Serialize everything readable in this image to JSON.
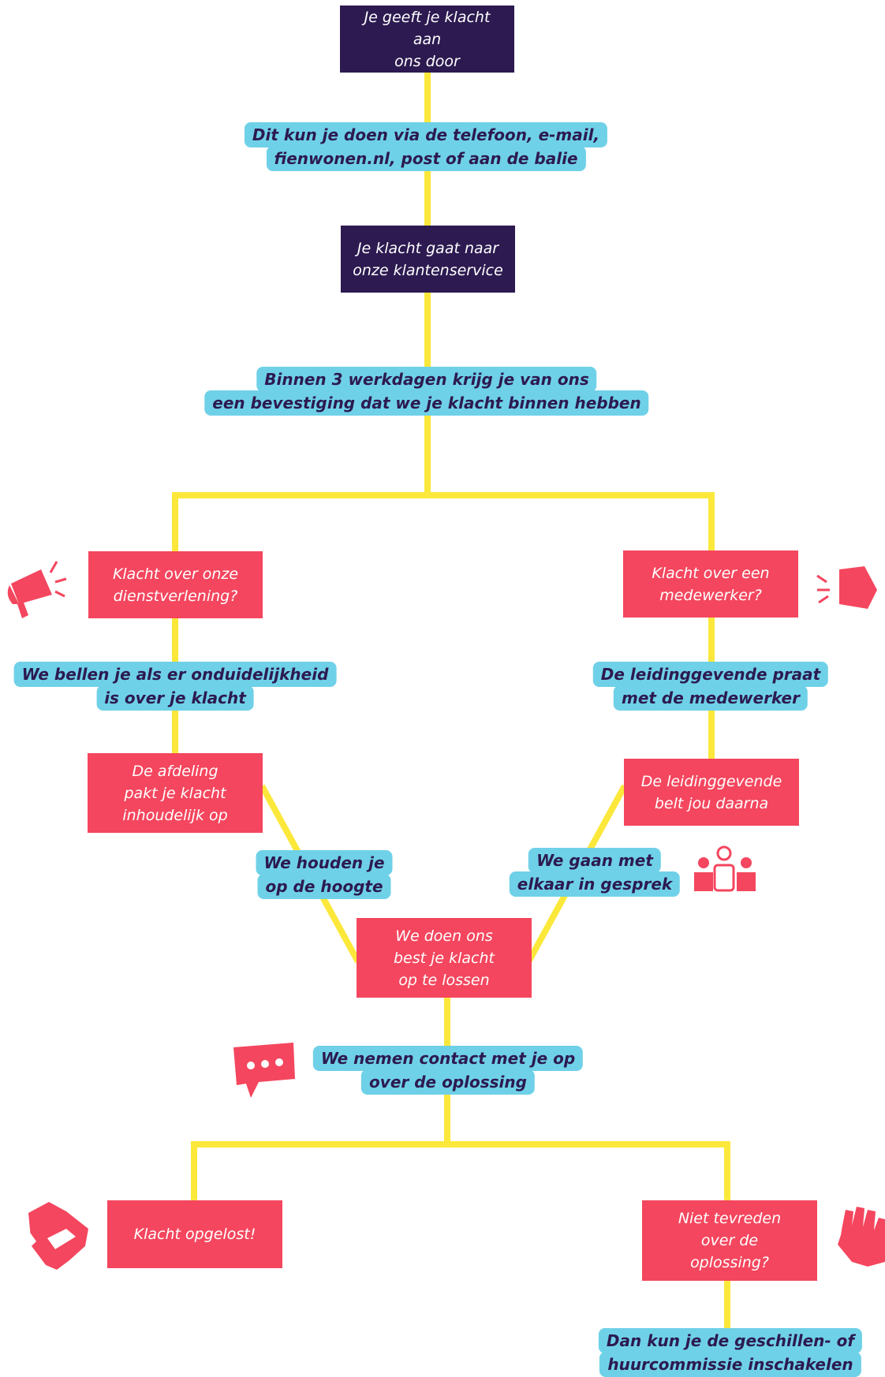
{
  "colors": {
    "dark_box": "#2c1a50",
    "red_box": "#f4465e",
    "pill": "#6fd1e8",
    "connector": "#fbe83a",
    "icon": "#f4465e"
  },
  "boxes": {
    "start": [
      "Je geeft je klacht aan",
      "ons door"
    ],
    "klantenservice": [
      "Je klacht gaat naar",
      "onze klantenservice"
    ],
    "dienstverlening": [
      "Klacht over onze",
      "dienstverlening?"
    ],
    "medewerker": [
      "Klacht over een",
      "medewerker?"
    ],
    "afdeling": [
      "De afdeling",
      "pakt je klacht",
      "inhoudelijk op"
    ],
    "leidinggevende_belt": [
      "De leidinggevende",
      "belt jou daarna"
    ],
    "oplossen": [
      "We doen ons",
      "best je klacht",
      "op te lossen"
    ],
    "opgelost": [
      "Klacht opgelost!"
    ],
    "niet_tevreden": [
      "Niet tevreden",
      "over de",
      "oplossing?"
    ]
  },
  "pills": {
    "kanalen": [
      "Dit kun je doen via de telefoon, e-mail,",
      "fienwonen.nl, post of aan de balie"
    ],
    "bevestiging": [
      "Binnen 3 werkdagen krijg je van ons",
      "een bevestiging dat we je klacht binnen hebben"
    ],
    "bellen": [
      "We bellen je als er onduidelijkheid",
      "is over je klacht"
    ],
    "leidinggevende_praat": [
      "De leidinggevende praat",
      "met de medewerker"
    ],
    "hoogte": [
      "We houden je",
      "op de hoogte"
    ],
    "gesprek": [
      "We gaan met",
      "elkaar in gesprek"
    ],
    "contact": [
      "We nemen contact met je op",
      "over de oplossing"
    ],
    "commissie": [
      "Dan kun je de geschillen- of",
      "huurcommissie inschakelen"
    ]
  },
  "icons": [
    "megaphone-icon",
    "speech-pentagon-icon",
    "people-group-icon",
    "chat-bubble-icon",
    "handshake-icon",
    "raised-hand-icon"
  ]
}
